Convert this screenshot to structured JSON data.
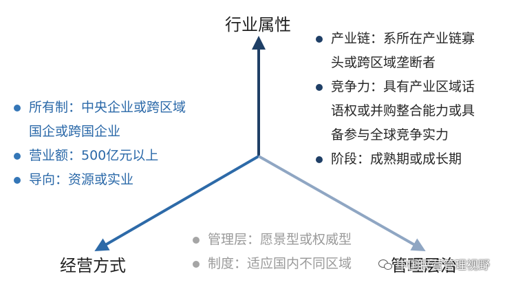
{
  "axes": {
    "top": "行业属性",
    "left": "经营方式",
    "right": "管理层治"
  },
  "groups": {
    "top_right": [
      "产业链：系所在产业链寡",
      "头或跨区域垄断者",
      "竞争力：具有产业区域话",
      "语权或并购整合能力或具",
      "备参与全球竞争实力",
      "阶段：成熟期或成长期"
    ],
    "left": [
      "所有制：中央企业或跨区域",
      "国企或跨国企业",
      "营业额：500亿元以上",
      "导向：资源或实业"
    ],
    "bottom": [
      "管理层：愿景型或权威型",
      "制度：适应国内不同区域"
    ]
  },
  "watermark": "中国民营管理视野",
  "colors": {
    "axis_top": "#1f3f66",
    "axis_left": "#2d6aa8",
    "axis_right": "#8fa6c3",
    "dot_top_right": "#1f3f66",
    "dot_left": "#3476b7",
    "dot_bottom": "#a5a5a5"
  }
}
